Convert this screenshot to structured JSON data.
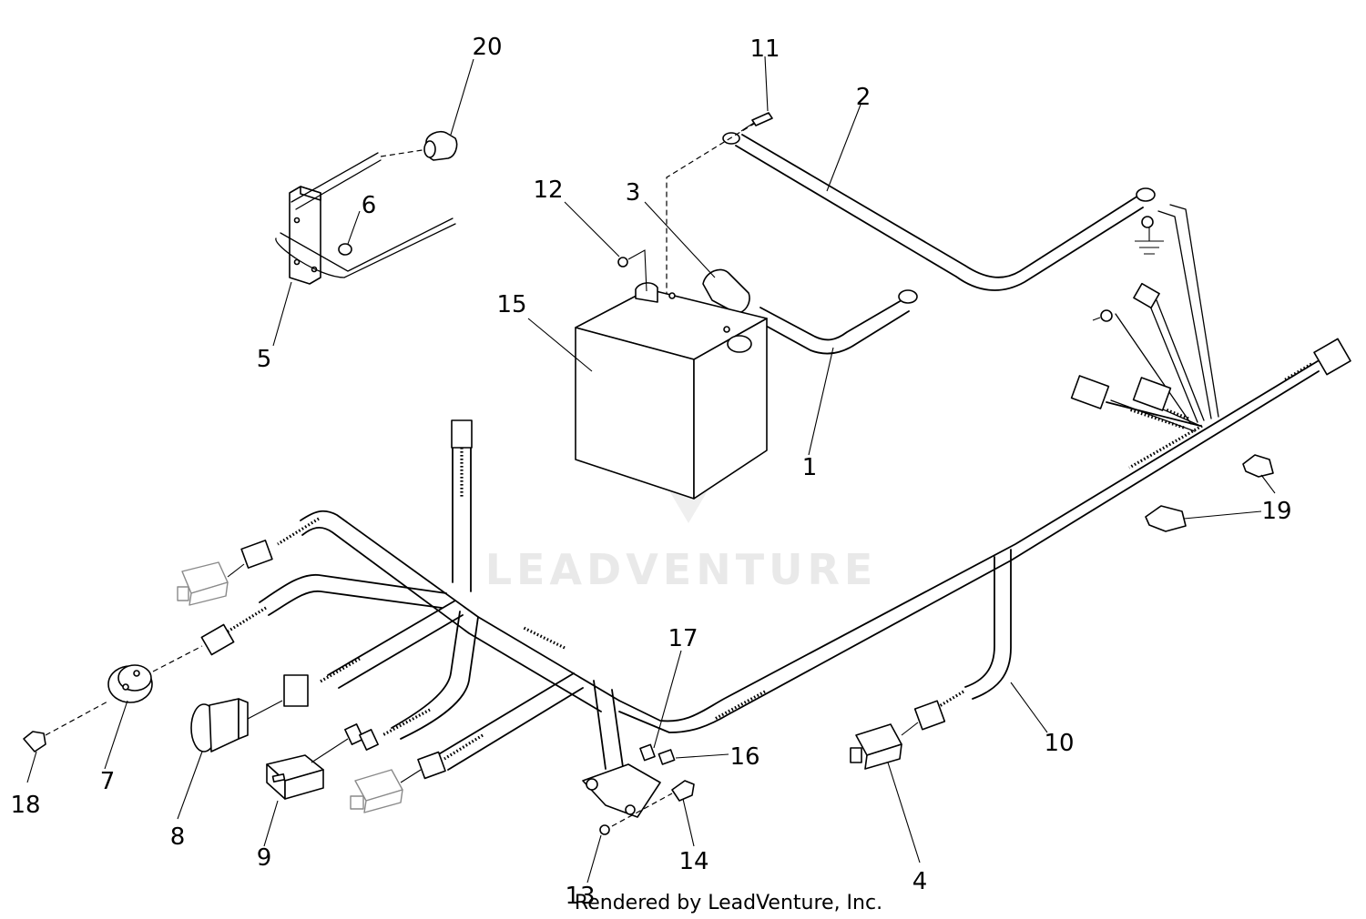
{
  "watermark": {
    "text": "LEADVENTURE"
  },
  "credit": "Rendered by LeadVenture, Inc.",
  "callouts": [
    "1",
    "2",
    "3",
    "4",
    "5",
    "6",
    "7",
    "8",
    "9",
    "10",
    "11",
    "12",
    "13",
    "14",
    "15",
    "16",
    "17",
    "18",
    "19",
    "20"
  ]
}
